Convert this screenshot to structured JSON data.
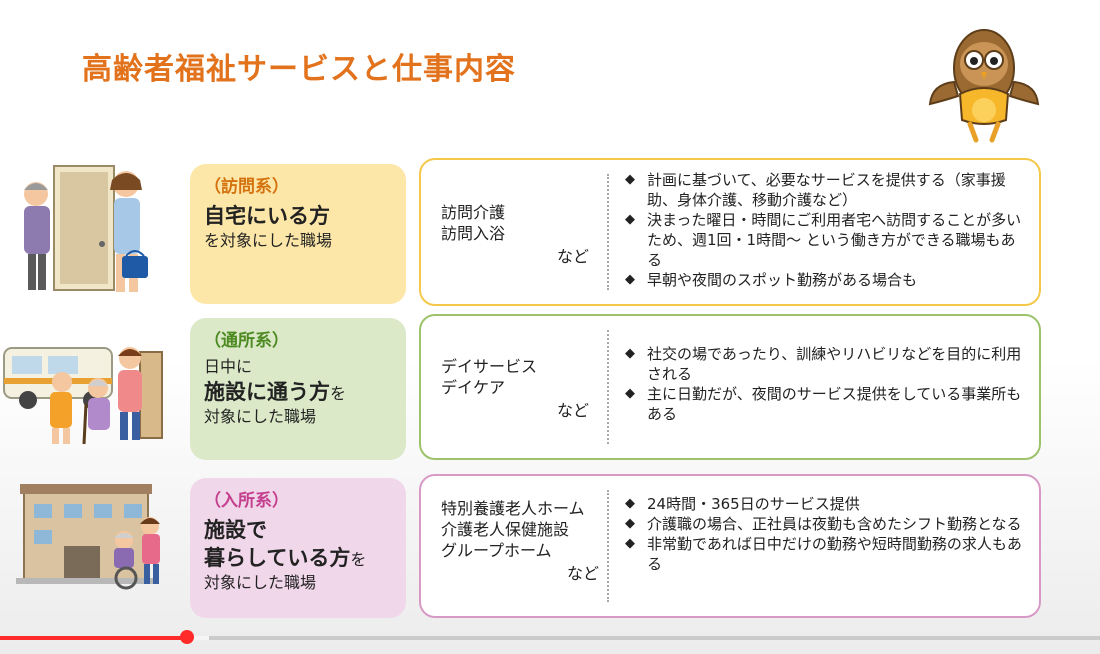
{
  "title": "高齢者福祉サービスと仕事内容",
  "colors": {
    "title": "#e2731c",
    "visit_tag": "#d4720e",
    "visit_box": "#fde7a8",
    "visit_border": "#f5c84a",
    "day_tag": "#4e8a22",
    "day_box": "#dbe9c8",
    "day_border": "#9cc26a",
    "stay_tag": "#c43f8e",
    "stay_box": "#f0d7ea",
    "stay_border": "#d79ac6",
    "progress": "#ff2a2a"
  },
  "categories": [
    {
      "tag": "（訪問系）",
      "line1": "自宅にいる方",
      "line2": "を対象にした職場",
      "services": [
        "訪問介護",
        "訪問入浴"
      ],
      "nado": "など",
      "bullets": [
        "計画に基づいて、必要なサービスを提供する（家事援助、身体介護、移動介護など）",
        "決まった曜日・時間にご利用者宅へ訪問することが多いため、週1回・1時間～ という働き方ができる職場もある",
        "早朝や夜間のスポット勤務がある場合も"
      ]
    },
    {
      "tag": "（通所系）",
      "line1": "日中に",
      "line2_big": "施設に通う方",
      "line2_small": "を",
      "line3": "対象にした職場",
      "services": [
        "デイサービス",
        "デイケア"
      ],
      "nado": "など",
      "bullets": [
        "社交の場であったり、訓練やリハビリなどを目的に利用される",
        "主に日勤だが、夜間のサービス提供をしている事業所もある"
      ]
    },
    {
      "tag": "（入所系）",
      "line1": "施設で",
      "line2_big": "暮らしている方",
      "line2_small": "を",
      "line3": "対象にした職場",
      "services": [
        "特別養護老人ホーム",
        "介護老人保健施設",
        "グループホーム"
      ],
      "nado": "など",
      "bullets": [
        "24時間・365日のサービス提供",
        "介護職の場合、正社員は夜勤も含めたシフト勤務となる",
        "非常勤であれば日中だけの勤務や短時間勤務の求人もある"
      ]
    }
  ],
  "illustrations": {
    "visit": "caregiver-visiting-elderly-at-door",
    "day": "day-service-van-and-caregivers",
    "stay": "care-facility-building-and-wheelchair"
  },
  "bullet_glyph": "◆",
  "progress": {
    "played_fraction": 0.17,
    "buffered_fraction": 0.19
  }
}
